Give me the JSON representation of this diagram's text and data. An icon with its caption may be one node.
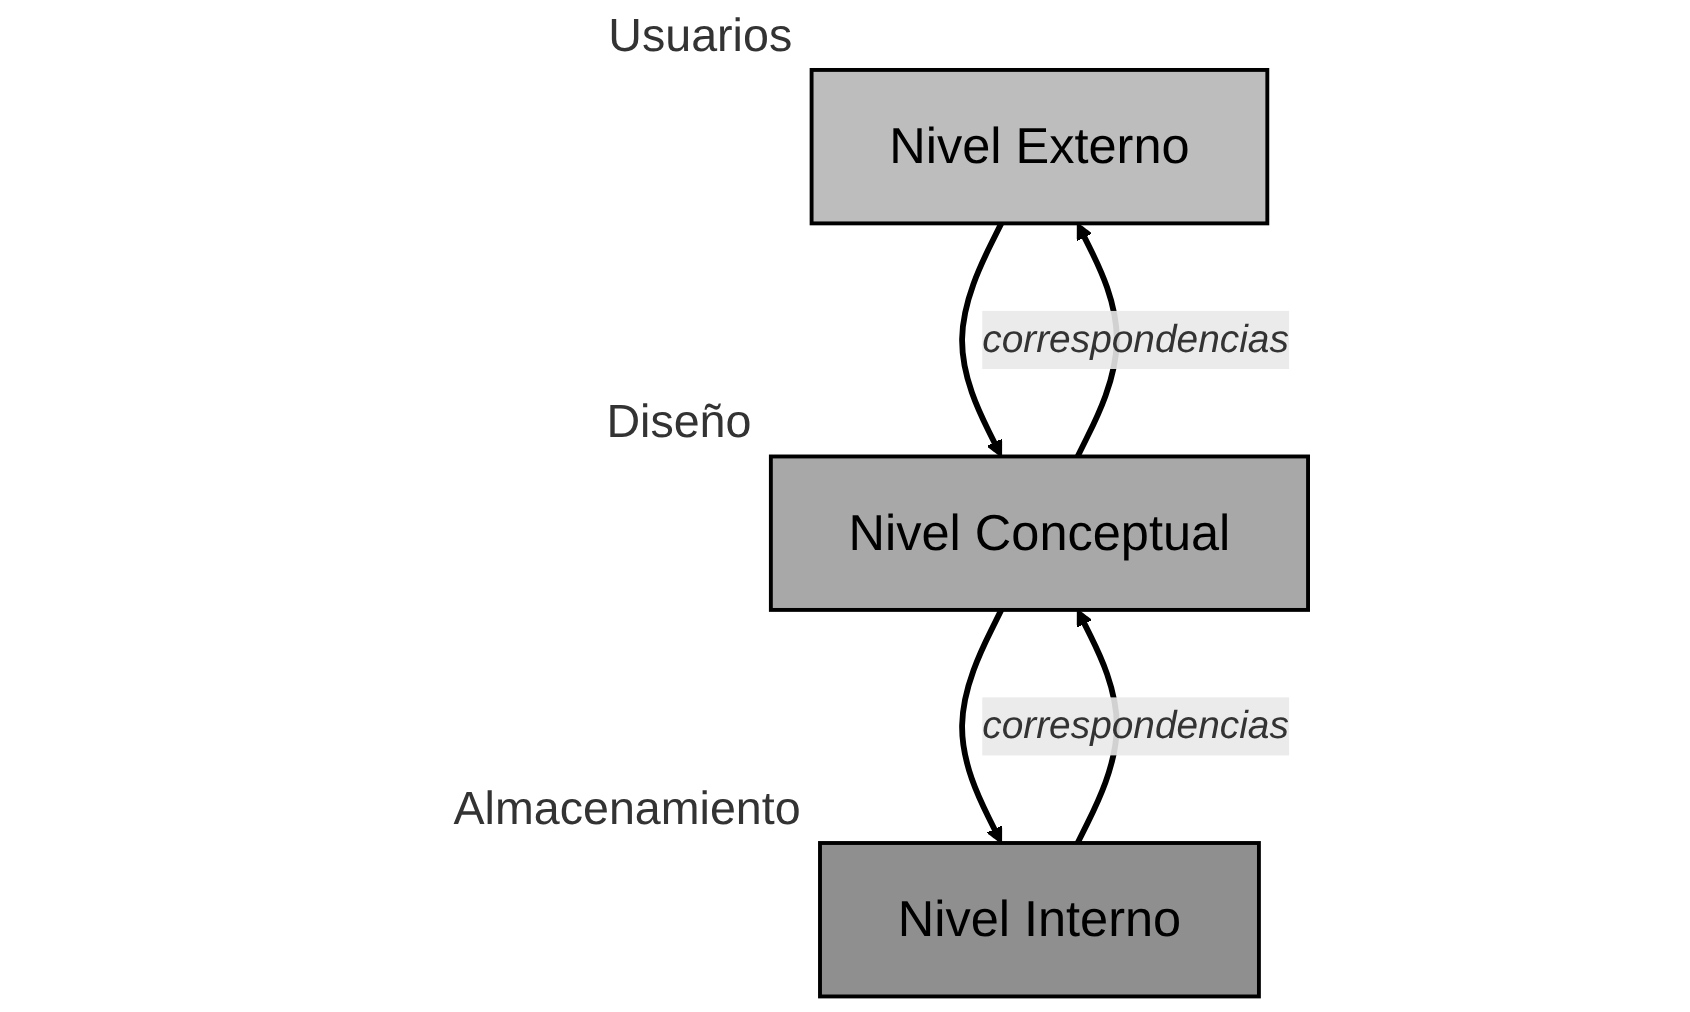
{
  "diagram": {
    "nodes": [
      {
        "text": [
          "Nivel Externo"
        ],
        "beside": [
          "Usuarios"
        ]
      },
      {
        "text": [
          "Nivel Conceptual"
        ],
        "beside": [
          "Diseño"
        ]
      },
      {
        "text": [
          "Nivel Interno"
        ],
        "beside": [
          "Almacenamiento"
        ]
      }
    ],
    "edges": [
      {
        "from": 0,
        "to": 1,
        "arrow": "to"
      },
      {
        "from": 1,
        "to": 0,
        "arrow": "to",
        "label": "correspondencias"
      },
      {
        "from": 1,
        "to": 2,
        "arrow": "to"
      },
      {
        "from": 2,
        "to": 1,
        "arrow": "to",
        "label": "correspondencias"
      }
    ]
  }
}
